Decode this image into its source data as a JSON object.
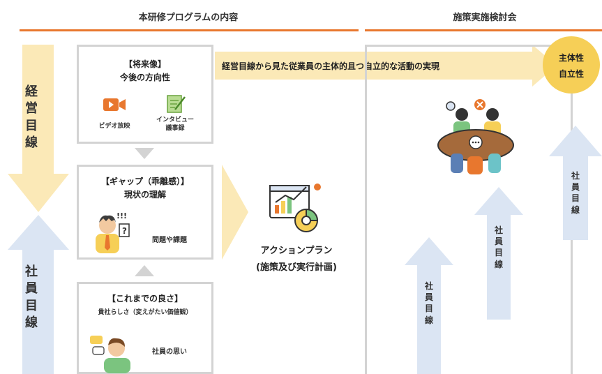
{
  "header": {
    "left_title": "本研修プログラムの内容",
    "right_title": "施策実施検討会"
  },
  "left_arrows": {
    "top_label": "経\n営\n目\n線",
    "bottom_label": "社\n員\n目\n線"
  },
  "boxes": {
    "future": {
      "title": "【将来像】",
      "subtitle": "今後の方向性",
      "items": [
        "ビデオ放映",
        "インタビュー\n議事録"
      ]
    },
    "gap": {
      "title": "【ギャップ（乖離感）】",
      "subtitle": "現状の理解",
      "item": "問題や課題"
    },
    "good": {
      "title": "【これまでの良さ】",
      "subtitle": "貴社らしさ（変えがたい価値観）",
      "item": "社員の思い"
    }
  },
  "action_plan": {
    "line1": "アクションプラン",
    "line2": "(施策及び実行計画)"
  },
  "top_banner": "経営目線から見た従業員の主体的且つ自立的な活動の実現",
  "circle": {
    "line1": "主体性",
    "line2": "自立性"
  },
  "up_arrows": [
    "社\n員\n目\n線",
    "社\n員\n目\n線",
    "社\n員\n目\n線"
  ],
  "colors": {
    "accent": "#e8772e",
    "yellow_arrow": "#fbe9b7",
    "blue_arrow": "#dbe5f3",
    "circle": "#f6cf57",
    "box_border": "#d3d3d3"
  }
}
